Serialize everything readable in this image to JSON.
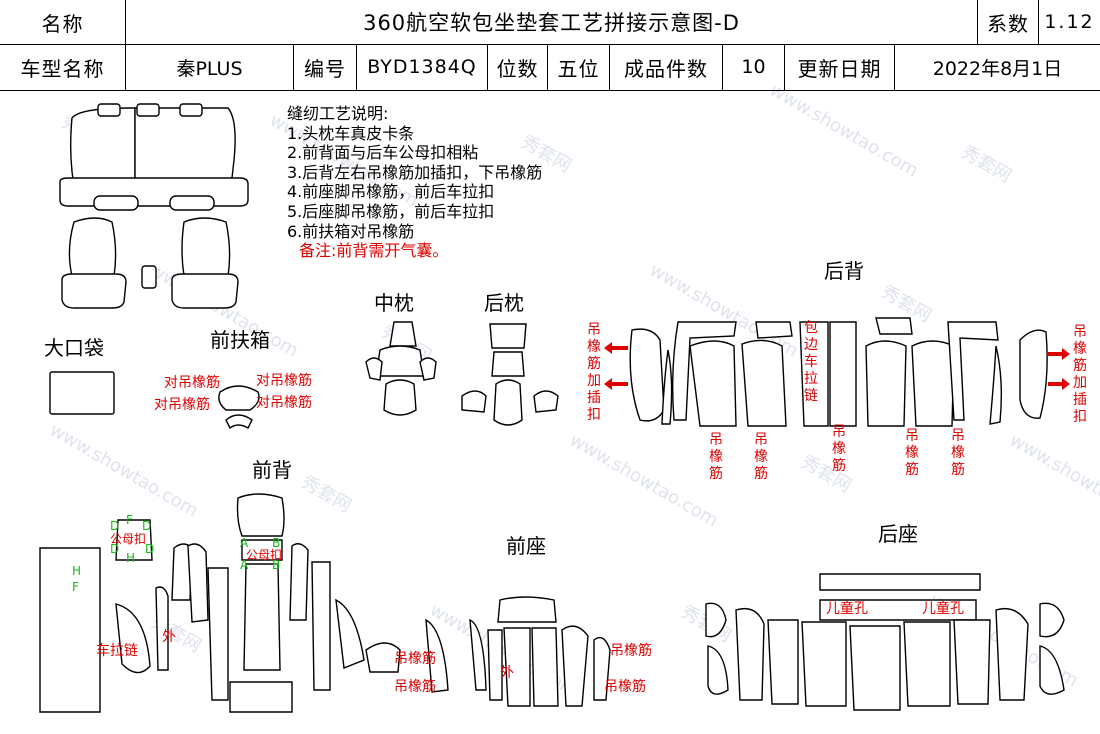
{
  "header": {
    "name_label": "名称",
    "title": "360航空软包坐垫套工艺拼接示意图-D",
    "coef_label": "系数",
    "coef_value": "1.12",
    "model_label": "车型名称",
    "model_value": "秦PLUS",
    "code_label": "编号",
    "code_value": "BYD1384Q",
    "seats_label": "位数",
    "seats_value": "五位",
    "pieces_label": "成品件数",
    "pieces_value": "10",
    "date_label": "更新日期",
    "date_value": "2022年8月1日"
  },
  "notes": {
    "heading": "缝纫工艺说明:",
    "items": [
      "1.头枕车真皮卡条",
      "2.前背面与后车公母扣相粘",
      "3.后背左右吊橡筋加插扣，下吊橡筋",
      "4.前座脚吊橡筋，前后车拉扣",
      "5.后座脚吊橡筋，前后车拉扣",
      "6.前扶箱对吊橡筋"
    ],
    "remark": "备注:前背需开气囊。"
  },
  "sections": {
    "big_pocket": "大口袋",
    "front_armrest": "前扶箱",
    "middle_pillow": "中枕",
    "rear_pillow": "后枕",
    "rear_back": "后背",
    "front_back": "前背",
    "front_seat": "前座",
    "rear_seat": "后座"
  },
  "annotations": {
    "dui_diao": "对吊橡筋",
    "diao_xiangjin": "吊橡筋",
    "diao_xiangjin_chakou": "吊橡筋加插扣",
    "baobian_che_lalian": "包边车拉链",
    "che_lalian": "车拉链",
    "wai": "外",
    "gongmukou": "公母扣",
    "ertong_kong": "儿童孔",
    "letter_h": "H",
    "letter_f": "F",
    "letter_d": "D",
    "letter_a": "A",
    "letter_b": "B"
  },
  "watermark": {
    "brand_cn": "秀套网",
    "site": "www.showtao.com"
  },
  "colors": {
    "annotation": "#e00000",
    "marker": "#10c010",
    "watermark": "#dfe3ec"
  }
}
